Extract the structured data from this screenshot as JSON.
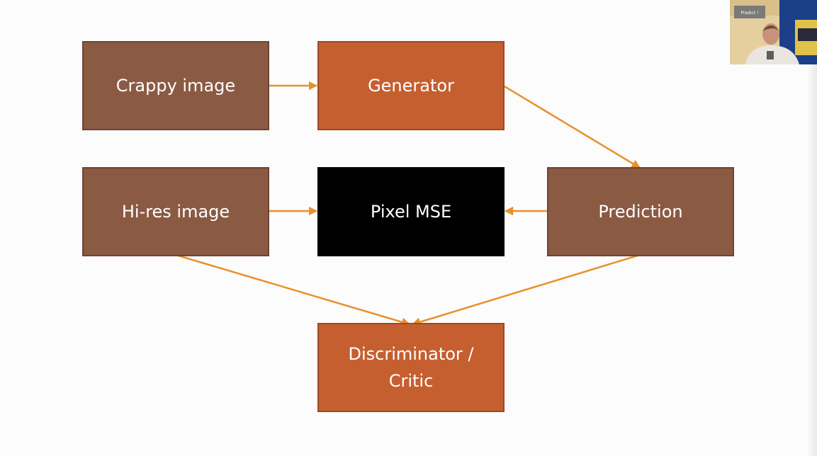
{
  "diagram": {
    "nodes": {
      "crappy_image": "Crappy image",
      "generator": "Generator",
      "hires_image": "Hi-res image",
      "pixel_mse": "Pixel MSE",
      "prediction": "Prediction",
      "discriminator_line1": "Discriminator /",
      "discriminator_line2": "Critic"
    },
    "edges": [
      [
        "crappy_image",
        "generator"
      ],
      [
        "generator",
        "prediction"
      ],
      [
        "hires_image",
        "pixel_mse"
      ],
      [
        "prediction",
        "pixel_mse"
      ],
      [
        "hires_image",
        "discriminator"
      ],
      [
        "prediction",
        "discriminator"
      ]
    ]
  },
  "webcam": {
    "sign_text": "Predict !"
  },
  "colors": {
    "node_brown": "#8b5a43",
    "node_orange": "#c65f2f",
    "node_black": "#000000",
    "arrow": "#e8902a",
    "background": "#fcfcfc"
  }
}
